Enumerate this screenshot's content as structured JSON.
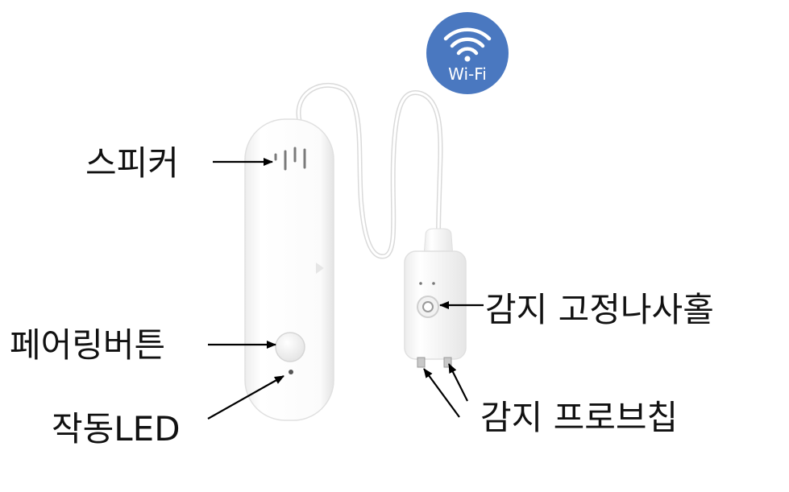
{
  "badge": {
    "text": "Wi-Fi",
    "icon": "wifi-icon",
    "color": "#4a78c0"
  },
  "callouts": {
    "speaker": "스피커",
    "pairing_button": "페어링버튼",
    "status_led": "작동LED",
    "sensor_screw_hole": "감지 고정나사홀",
    "sensor_probe_pins": "감지 프로브칩"
  },
  "colors": {
    "device_body": "#ffffff",
    "device_edge": "#e2e2e2",
    "arrow": "#000000",
    "text": "#111111"
  }
}
